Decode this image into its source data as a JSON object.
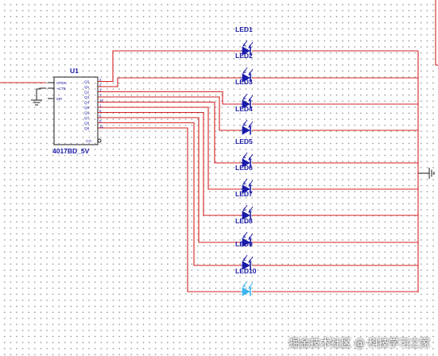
{
  "component": {
    "ref": "U1",
    "part": "4017BD_5V",
    "inputs": [
      "CTEN",
      "~CTE",
      "MR"
    ],
    "outputs": [
      "Q0",
      "Q1",
      "Q2",
      "Q3",
      "Q4",
      "Q5",
      "Q6",
      "Q7",
      "Q8",
      "Q9"
    ],
    "carry": "CO",
    "output_pin_numbers": [
      "3",
      "2",
      "4",
      "7",
      "10",
      "1",
      "5",
      "6",
      "9",
      "11"
    ]
  },
  "leds": [
    {
      "ref": "LED1",
      "lit": false
    },
    {
      "ref": "LED2",
      "lit": false
    },
    {
      "ref": "LED3",
      "lit": false
    },
    {
      "ref": "LED4",
      "lit": false
    },
    {
      "ref": "LED5",
      "lit": false
    },
    {
      "ref": "LED6",
      "lit": false
    },
    {
      "ref": "LED7",
      "lit": false
    },
    {
      "ref": "LED8",
      "lit": false
    },
    {
      "ref": "LED9",
      "lit": false
    },
    {
      "ref": "LED10",
      "lit": true
    }
  ],
  "colors": {
    "wire": "#d62020",
    "led_off": "#1a1aa8",
    "led_on": "#3cb4f0",
    "label": "#1a1aa8"
  },
  "watermark": "掘金技术社区 @ 科技学习之家"
}
